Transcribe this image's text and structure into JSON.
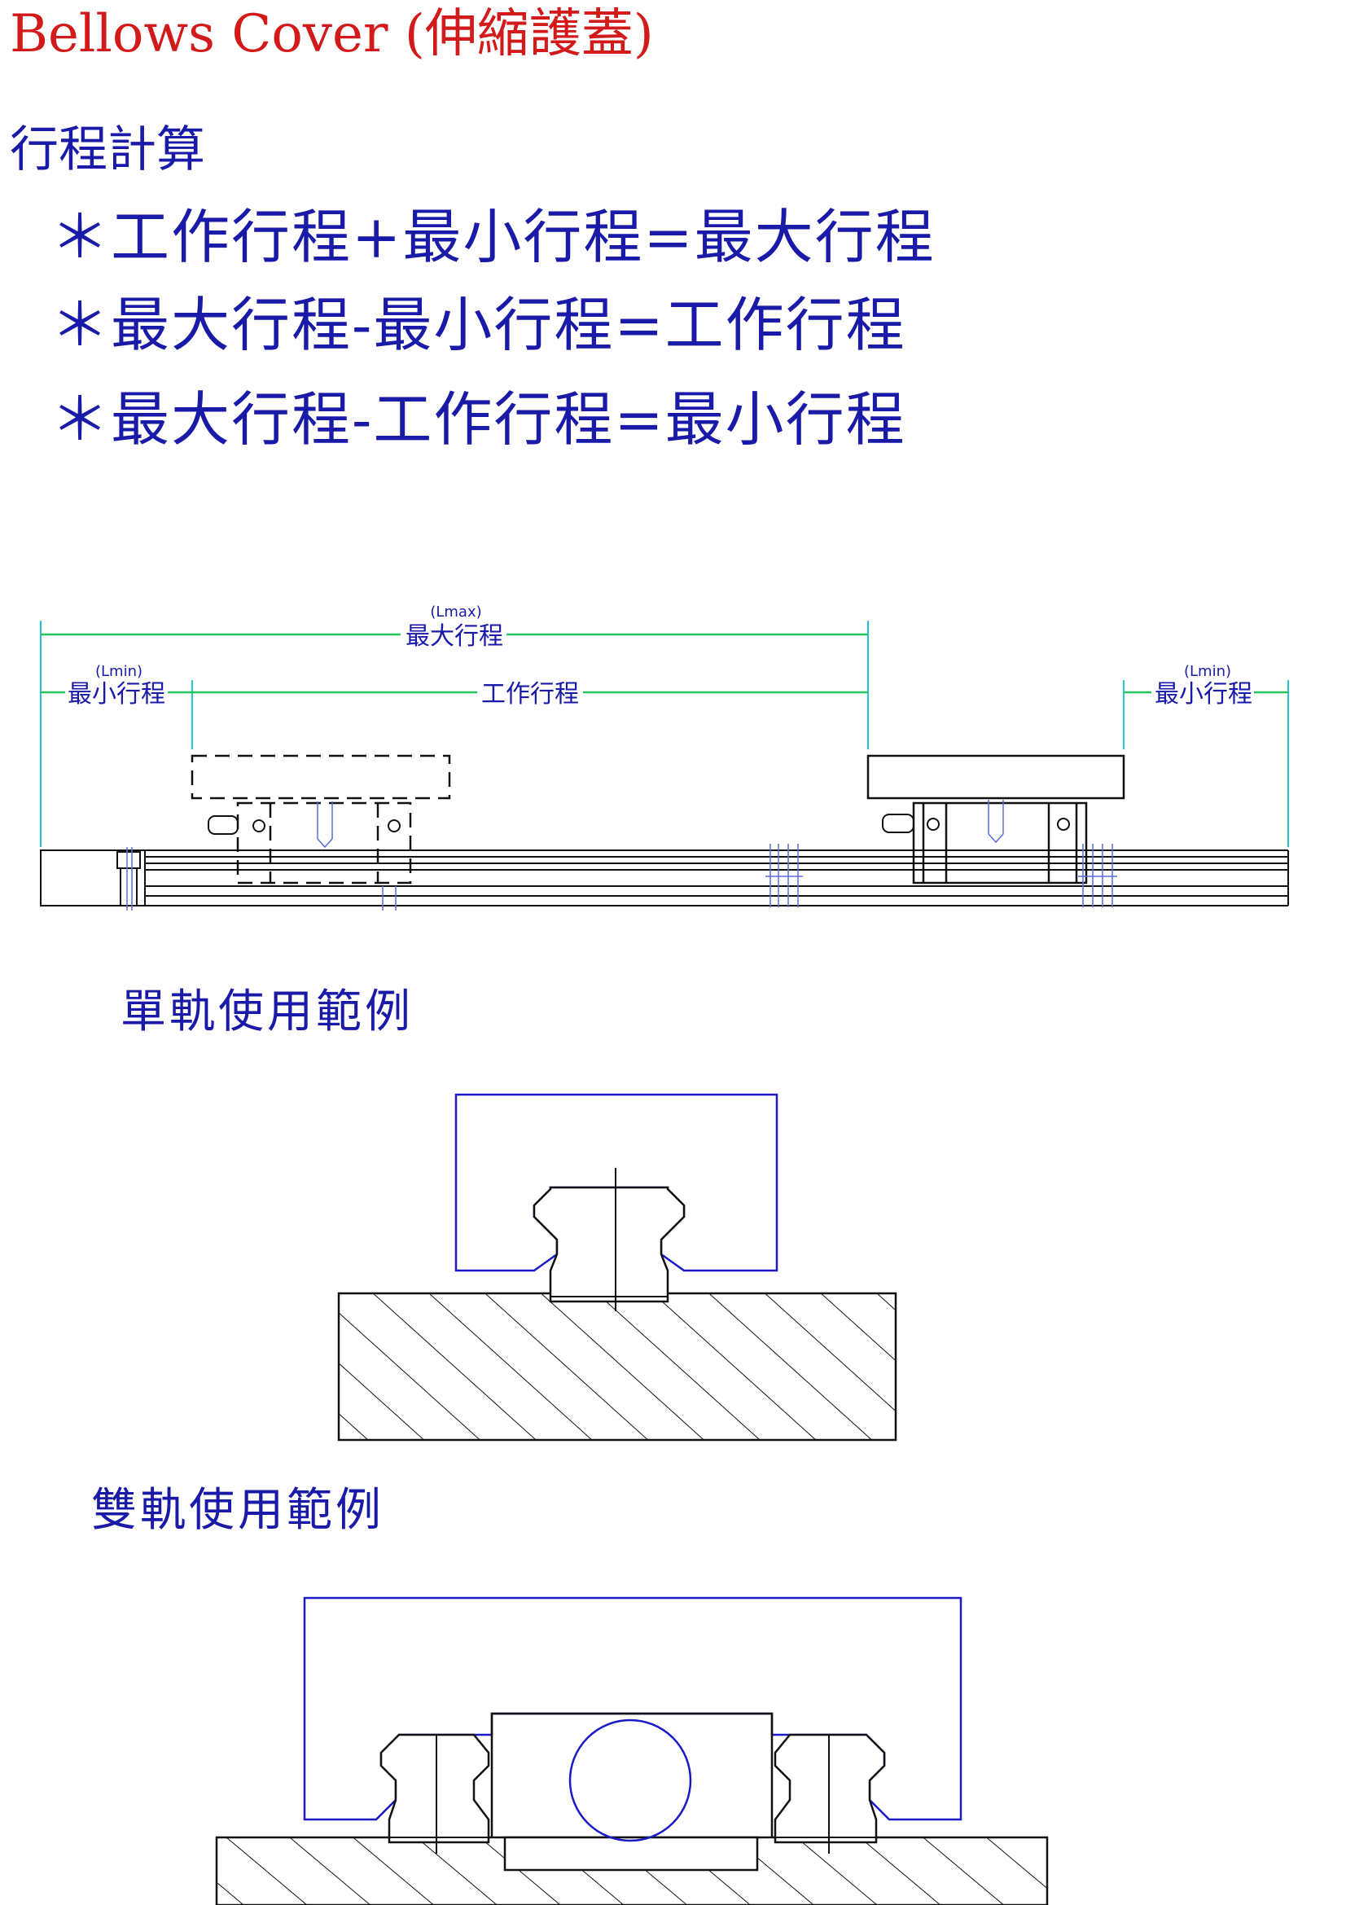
{
  "title": "Bellows Cover (伸縮護蓋)",
  "section_heading": "行程計算",
  "formulas": [
    "＊工作行程+最小行程=最大行程",
    "＊最大行程-最小行程=工作行程",
    "＊最大行程-工作行程=最小行程"
  ],
  "stroke_diagram": {
    "max_label": "最大行程",
    "max_sub": "(Lmax)",
    "min_label_left": "最小行程",
    "min_sub_left": "(Lmin)",
    "work_label": "工作行程",
    "min_label_right": "最小行程",
    "min_sub_right": "(Lmin)"
  },
  "single_rail_caption": "單軌使用範例",
  "double_rail_caption": "雙軌使用範例",
  "colors": {
    "title": "#d21a1a",
    "text_blue": "#1a1aa8",
    "dimension_green": "#22c55e",
    "extension_cyan": "#22c7d4",
    "line_black": "#111111",
    "line_blue": "#1a1ac8",
    "hidden_blue": "#5a6ad8"
  }
}
